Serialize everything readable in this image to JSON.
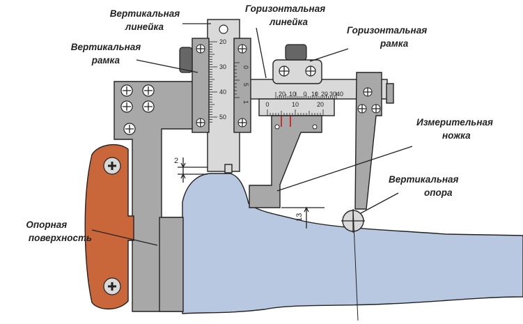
{
  "labels": {
    "vertical_ruler": [
      "Вертикальная",
      "линейка"
    ],
    "vertical_frame": [
      "Вертикальная",
      "рамка"
    ],
    "horizontal_ruler": [
      "Горизонтальная",
      "линейка"
    ],
    "horizontal_frame": [
      "Горизонтальная",
      "рамка"
    ],
    "measuring_leg": [
      "Измерительная",
      "ножка"
    ],
    "vertical_support": [
      "Вертикальная",
      "опора"
    ],
    "support_surface": [
      "Опорная",
      "поверхность"
    ]
  },
  "vertical_scale": [
    "20",
    "30",
    "40",
    "50"
  ],
  "vertical_vernier": [
    "0",
    "5",
    "1"
  ],
  "horizontal_scale": [
    "20",
    "10",
    "0",
    "10",
    "20",
    "30",
    "40"
  ],
  "horizontal_vernier": [
    "0",
    "10",
    "20"
  ],
  "dimensions": {
    "gap": "2",
    "height": "13"
  },
  "colors": {
    "body": "#a8a8a8",
    "ruler": "#d9d9d9",
    "tooth": "#b7c8e0",
    "handle": "#c9673a"
  }
}
